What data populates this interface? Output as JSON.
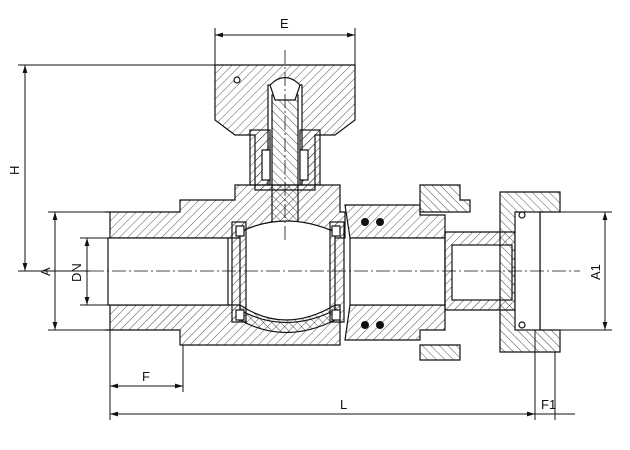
{
  "title": "Valve cross-section dimension drawing",
  "dimensions": {
    "E": "E",
    "H": "H",
    "A": "A",
    "DN": "DN",
    "F": "F",
    "L": "L",
    "F1": "F1",
    "A1": "A1"
  },
  "colors": {
    "line": "#111111",
    "background": "#ffffff"
  }
}
